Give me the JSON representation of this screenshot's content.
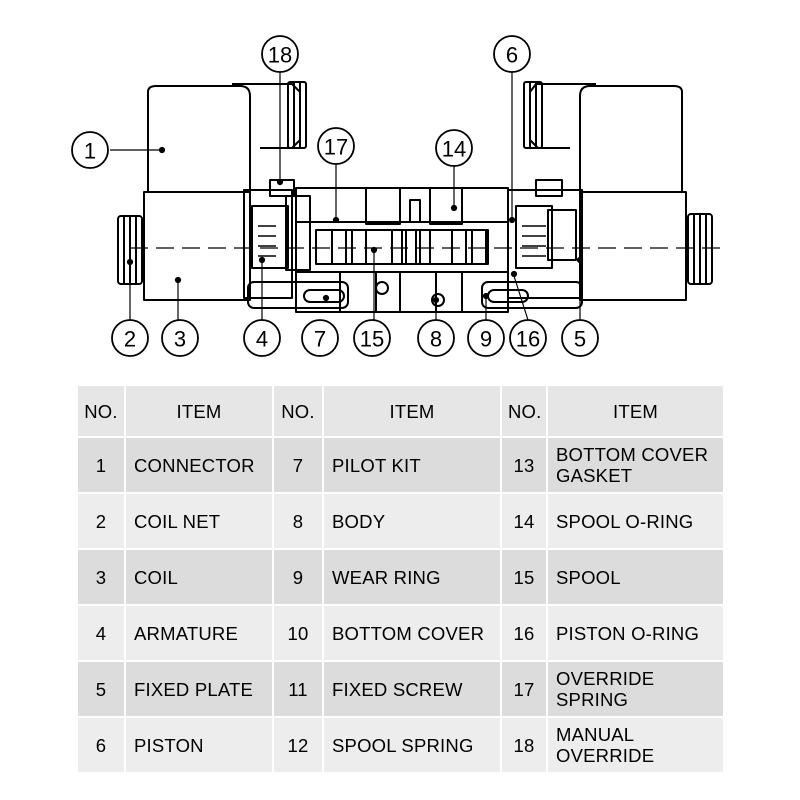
{
  "callouts": [
    {
      "number": "1"
    },
    {
      "number": "2"
    },
    {
      "number": "3"
    },
    {
      "number": "4"
    },
    {
      "number": "5"
    },
    {
      "number": "6"
    },
    {
      "number": "7"
    },
    {
      "number": "8"
    },
    {
      "number": "9"
    },
    {
      "number": "14"
    },
    {
      "number": "15"
    },
    {
      "number": "16"
    },
    {
      "number": "17"
    },
    {
      "number": "18"
    }
  ],
  "table": {
    "headers": [
      "NO.",
      "ITEM",
      "NO.",
      "ITEM",
      "NO.",
      "ITEM"
    ],
    "rows": [
      [
        {
          "no": "1",
          "item": "CONNECTOR"
        },
        {
          "no": "7",
          "item": "PILOT KIT"
        },
        {
          "no": "13",
          "item": "BOTTOM COVER\nGASKET"
        }
      ],
      [
        {
          "no": "2",
          "item": "COIL NET"
        },
        {
          "no": "8",
          "item": "BODY"
        },
        {
          "no": "14",
          "item": "SPOOL O-RING"
        }
      ],
      [
        {
          "no": "3",
          "item": "COIL"
        },
        {
          "no": "9",
          "item": "WEAR RING"
        },
        {
          "no": "15",
          "item": "SPOOL"
        }
      ],
      [
        {
          "no": "4",
          "item": "ARMATURE"
        },
        {
          "no": "10",
          "item": "BOTTOM COVER"
        },
        {
          "no": "16",
          "item": "PISTON O-RING"
        }
      ],
      [
        {
          "no": "5",
          "item": "FIXED PLATE"
        },
        {
          "no": "11",
          "item": "FIXED SCREW"
        },
        {
          "no": "17",
          "item": "OVERRIDE\nSPRING"
        }
      ],
      [
        {
          "no": "6",
          "item": "PISTON"
        },
        {
          "no": "12",
          "item": "SPOOL SPRING"
        },
        {
          "no": "18",
          "item": "MANUAL\nOVERRIDE"
        }
      ]
    ]
  }
}
